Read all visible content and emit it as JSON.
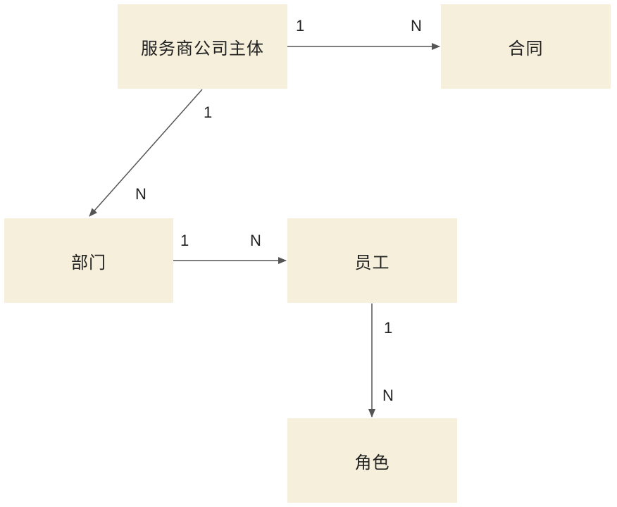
{
  "colors": {
    "entity_fill": "#f5efdb",
    "arrow": "#555555",
    "text": "#222222"
  },
  "entities": {
    "provider": "服务商公司主体",
    "contract": "合同",
    "department": "部门",
    "employee": "员工",
    "role": "角色"
  },
  "relations": [
    {
      "from": "provider",
      "to": "contract",
      "from_card": "1",
      "to_card": "N"
    },
    {
      "from": "provider",
      "to": "department",
      "from_card": "1",
      "to_card": "N"
    },
    {
      "from": "department",
      "to": "employee",
      "from_card": "1",
      "to_card": "N"
    },
    {
      "from": "employee",
      "to": "role",
      "from_card": "1",
      "to_card": "N"
    }
  ]
}
